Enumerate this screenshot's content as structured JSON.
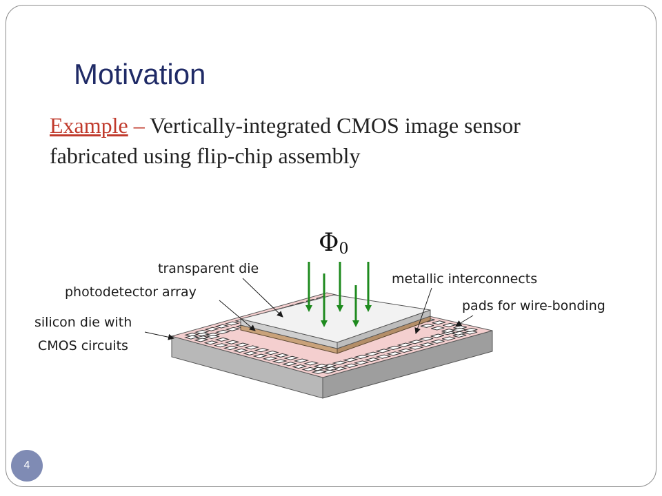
{
  "slide": {
    "title": "Motivation",
    "subtitle_link": "Example",
    "subtitle_dash": " – ",
    "subtitle_line1": "Vertically-integrated CMOS image sensor",
    "subtitle_line2": "fabricated using flip-chip assembly",
    "page_number": "4"
  },
  "diagram": {
    "flux_symbol": "Φ",
    "flux_subscript": "0",
    "labels": {
      "transparent_die": "transparent die",
      "photodetector_array": "photodetector array",
      "silicon_die_line1": "silicon die with",
      "silicon_die_line2": "CMOS circuits",
      "metallic_interconnects": "metallic interconnects",
      "pads": "pads for wire-bonding"
    },
    "colors": {
      "base_top": "#f4cfcf",
      "base_side_left": "#b8b8b8",
      "base_side_right": "#9e9e9e",
      "pad_fill": "#ffffff",
      "array_layer": "#e6c29a",
      "transparent_die_top": "#f2f2f2",
      "arrow": "#1e8a1e"
    }
  }
}
